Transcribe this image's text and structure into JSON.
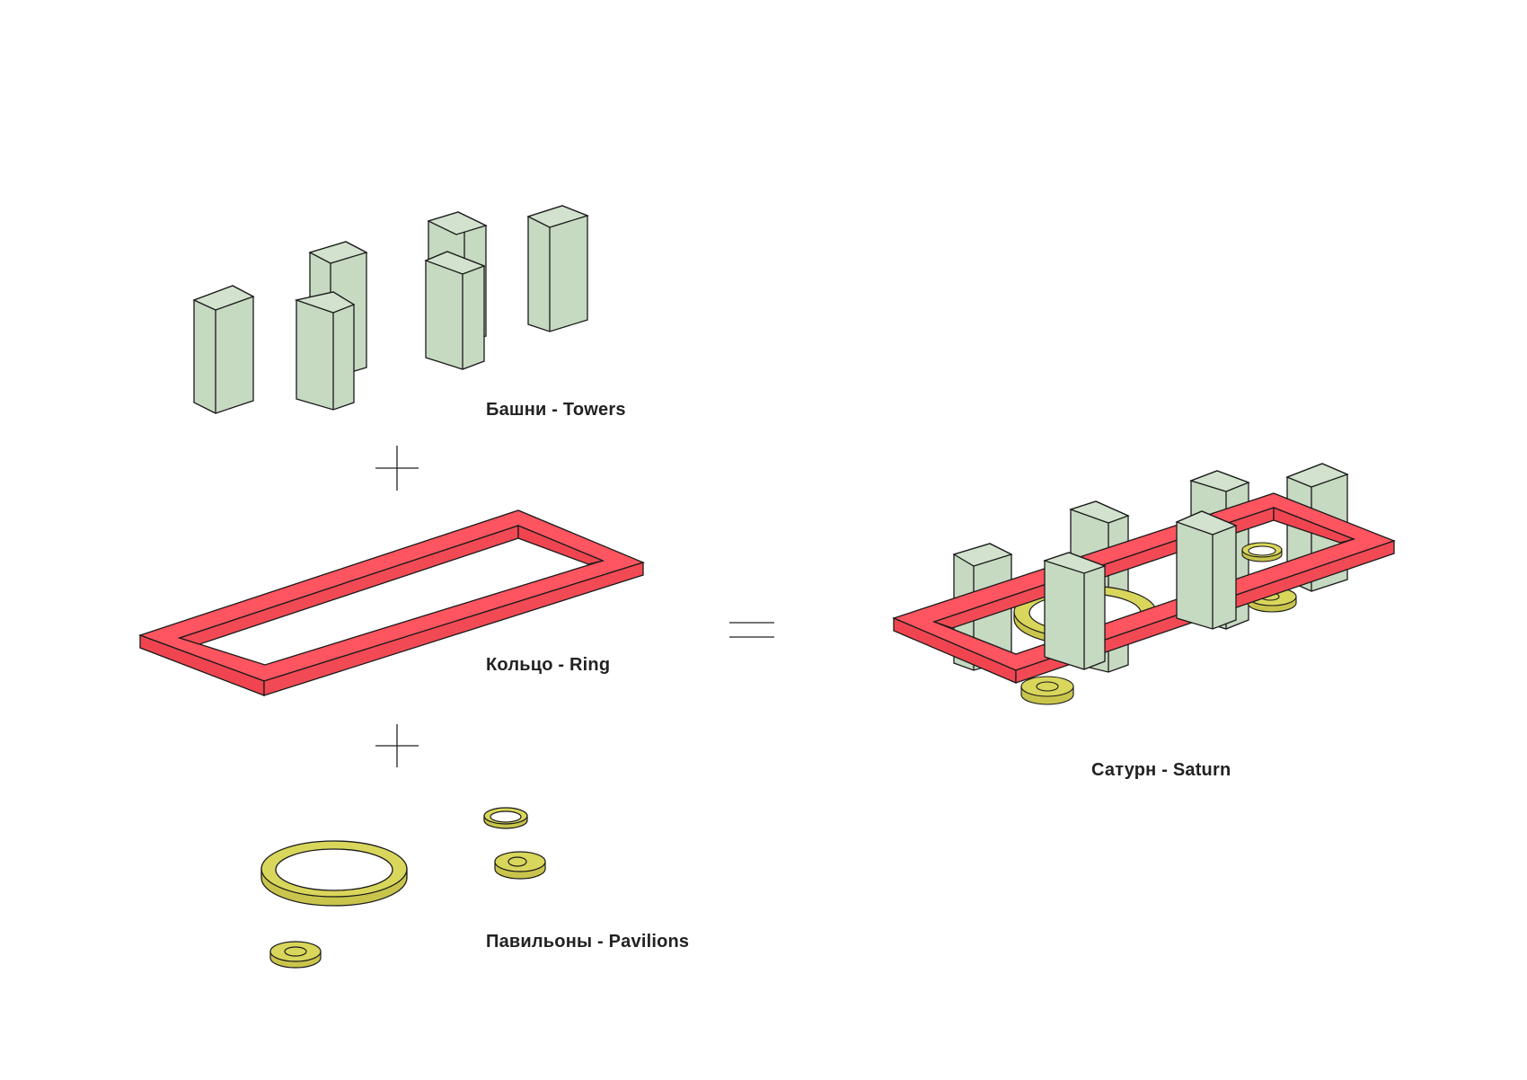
{
  "colors": {
    "tower_fill": "#c6d9c1",
    "tower_stroke": "#1a1a1a",
    "ring_top": "#ff5560",
    "ring_side": "#f24a55",
    "pavilion_fill": "#d9d65c",
    "pavilion_side": "#c9c54c",
    "symbol": "#222222"
  },
  "labels": {
    "towers": "Башни - Towers",
    "ring": "Кольцо - Ring",
    "pavilions": "Павильоны - Pavilions",
    "saturn": "Сатурн - Saturn"
  },
  "symbols": {
    "plus_1": "plus",
    "plus_2": "plus",
    "equals": "equals"
  }
}
